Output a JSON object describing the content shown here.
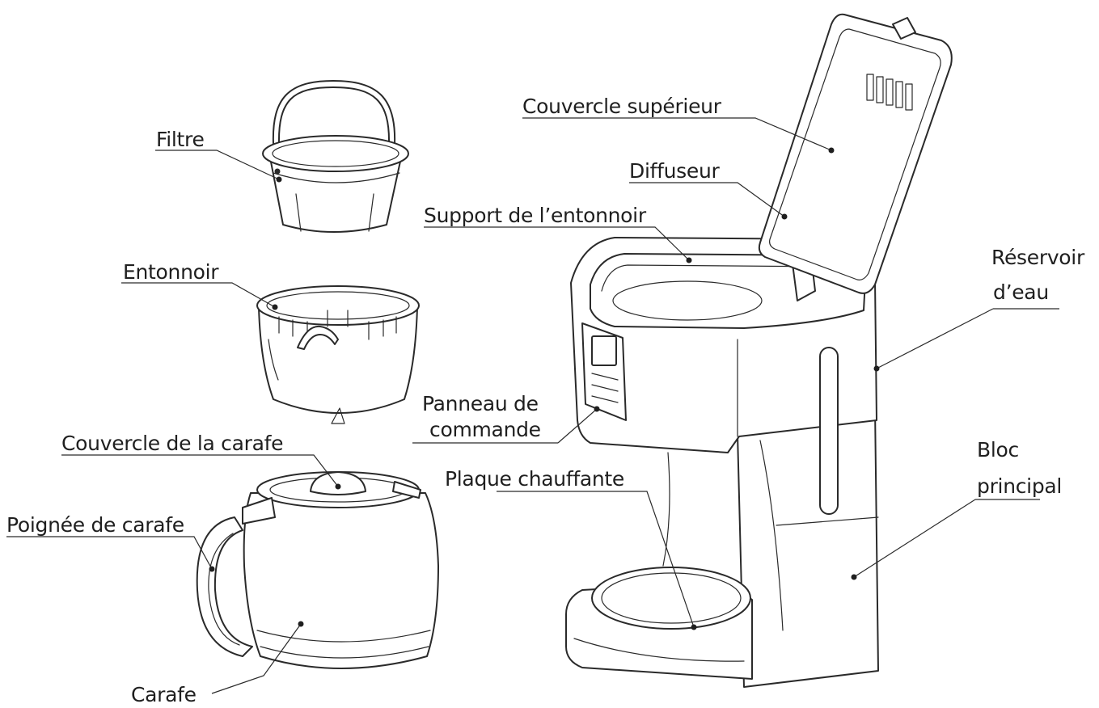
{
  "labels": {
    "filtre": "Filtre",
    "entonnoir": "Entonnoir",
    "couvercle_carafe": "Couvercle de la carafe",
    "poignee": "Poignée de carafe",
    "carafe": "Carafe",
    "couvercle_superieur": "Couvercle supérieur",
    "diffuseur": "Diffuseur",
    "support_entonnoir": "Support de l’entonnoir",
    "panneau_line1": "Panneau de",
    "panneau_line2": "commande",
    "plaque": "Plaque chauffante",
    "reservoir_line1": "Réservoir",
    "reservoir_line2": "d’eau",
    "bloc_line1": "Bloc",
    "bloc_line2": "principal"
  }
}
